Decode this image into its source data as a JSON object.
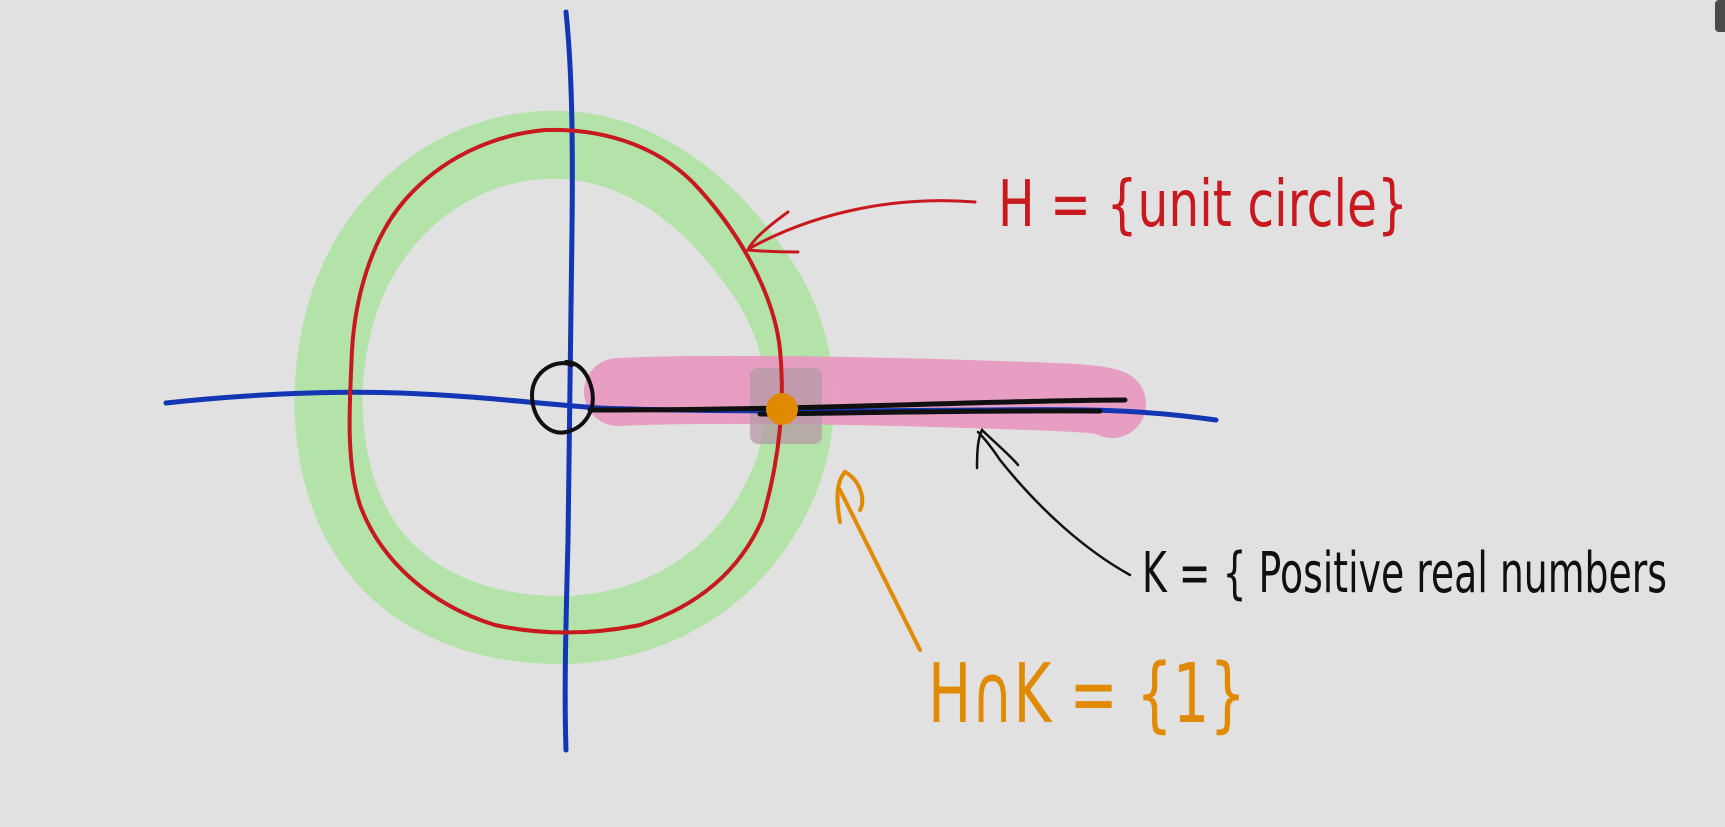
{
  "labels": {
    "h": "H = {unit circle}",
    "k": "K = { Positive real numbers",
    "intersection": "H∩K = {1}"
  },
  "colors": {
    "background": "#e1e1e1",
    "axes": "#1236b4",
    "unit_circle": "#c8191e",
    "circle_highlight": "#b3e3a8",
    "positive_reals": "#101010",
    "positive_highlight": "#e79ac0",
    "intersection": "#e08a00",
    "origin_mark": "#101010"
  }
}
